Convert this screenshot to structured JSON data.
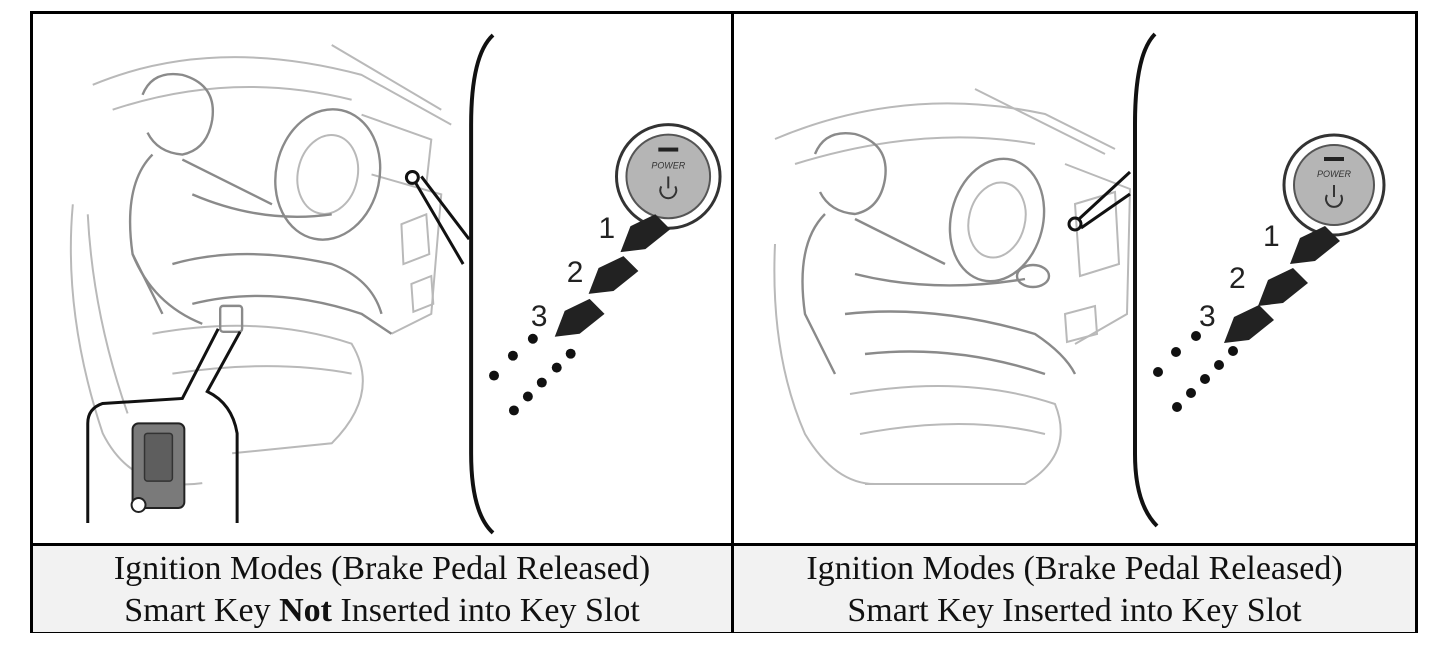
{
  "panels": [
    {
      "id": "left",
      "step_numbers": [
        "1",
        "2",
        "3"
      ],
      "button_label": "POWER",
      "caption_line1": "Ignition Modes (Brake Pedal Released)",
      "caption_line2_pre": "Smart Key ",
      "caption_line2_bold": "Not",
      "caption_line2_post": " Inserted into Key Slot"
    },
    {
      "id": "right",
      "step_numbers": [
        "1",
        "2",
        "3"
      ],
      "button_label": "POWER",
      "caption_line1": "Ignition Modes (Brake Pedal Released)",
      "caption_line2_pre": "Smart Key Inserted into Key Slot",
      "caption_line2_bold": "",
      "caption_line2_post": ""
    }
  ]
}
